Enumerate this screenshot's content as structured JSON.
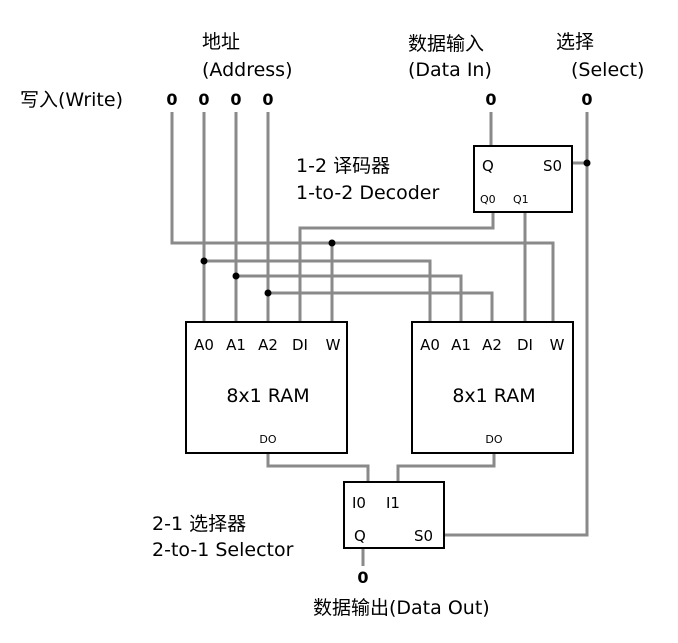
{
  "labels": {
    "address_cn": "地址",
    "address_en": "(Address)",
    "data_in_cn": "数据输入",
    "data_in_en": "(Data In)",
    "select_cn": "选择",
    "select_en": "(Select)",
    "write": "写入(Write)",
    "decoder_cn": "1-2 译码器",
    "decoder_en": "1-to-2 Decoder",
    "selector_cn": "2-1 选择器",
    "selector_en": "2-to-1 Selector",
    "data_out": "数据输出(Data Out)"
  },
  "inputs": {
    "write": "0",
    "address": [
      "0",
      "0",
      "0"
    ],
    "data_in": "0",
    "select": "0"
  },
  "output": {
    "data_out": "0"
  },
  "decoder": {
    "q": "Q",
    "s0": "S0",
    "q0": "Q0",
    "q1": "Q1"
  },
  "ram": [
    {
      "title": "8x1 RAM",
      "pins": [
        "A0",
        "A1",
        "A2",
        "DI",
        "W"
      ],
      "out": "DO"
    },
    {
      "title": "8x1 RAM",
      "pins": [
        "A0",
        "A1",
        "A2",
        "DI",
        "W"
      ],
      "out": "DO"
    }
  ],
  "selector": {
    "i0": "I0",
    "i1": "I1",
    "q": "Q",
    "s0": "S0"
  }
}
